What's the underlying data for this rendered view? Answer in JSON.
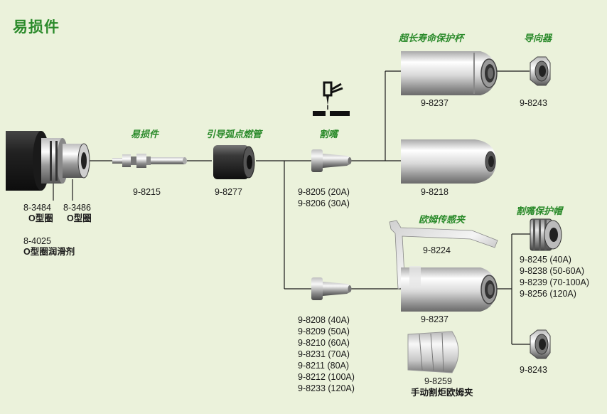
{
  "title": "易损件",
  "captions": {
    "consumable": "易损件",
    "pilot_arc_tube": "引导弧点燃管",
    "tip": "割嘴",
    "long_life_cup": "超长寿命保护杯",
    "guide": "导向器",
    "ohmic_clip": "欧姆传感夹",
    "tip_shield": "割嘴保护帽"
  },
  "parts": {
    "oring_a": "8-3484",
    "oring_a_name": "O型圈",
    "oring_b": "8-3486",
    "oring_b_name": "O型圈",
    "lube": "8-4025",
    "lube_name": "O型圈润滑剂",
    "electrode": "9-8215",
    "pilot_tube": "9-8277",
    "tips_low": [
      "9-8205 (20A)",
      "9-8206 (30A)"
    ],
    "cup_top": "9-8237",
    "guide_top": "9-8243",
    "cup_mid": "9-8218",
    "clip": "9-8224",
    "tips_high": [
      "9-8208 (40A)",
      "9-8209 (50A)",
      "9-8210 (60A)",
      "9-8231 (70A)",
      "9-8211 (80A)",
      "9-8212 (100A)",
      "9-8233 (120A)"
    ],
    "cup_bottom": "9-8237",
    "shields": [
      "9-8245 (40A)",
      "9-8238 (50-60A)",
      "9-8239 (70-100A)",
      "9-8256 (120A)"
    ],
    "guide_bottom": "9-8243",
    "manual_clip": "9-8259",
    "manual_clip_name": "手动割炬欧姆夹"
  },
  "colors": {
    "background": "#ebf2db",
    "caption": "#2a8a2a",
    "line": "#1a1a1a"
  },
  "icons": [
    "torch-cutting-icon"
  ]
}
